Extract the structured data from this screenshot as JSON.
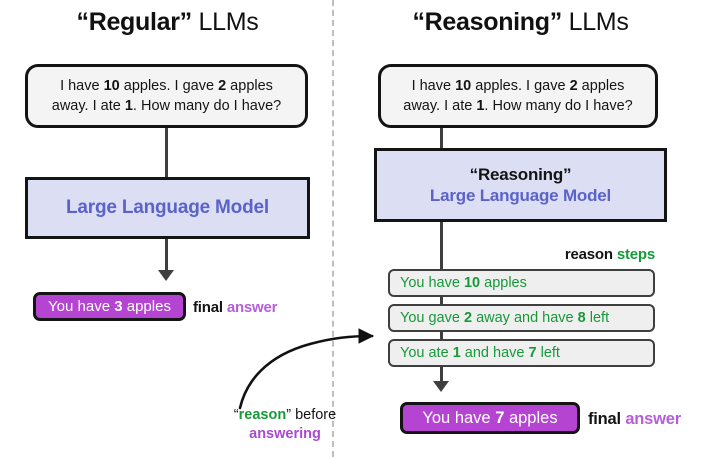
{
  "panels": {
    "left": {
      "title_quoted": "“Regular”",
      "title_rest": " LLMs",
      "prompt_line1_a": "I have ",
      "prompt_line1_n1": "10",
      "prompt_line1_b": " apples. I gave ",
      "prompt_line1_n2": "2",
      "prompt_line1_c": " apples",
      "prompt_line2_a": "away. I ate ",
      "prompt_line2_n1": "1",
      "prompt_line2_b": ". How many do I have?",
      "model_label": "Large Language Model",
      "answer_a": "You have ",
      "answer_n": "3",
      "answer_b": " apples",
      "final_label": "final ",
      "final_accent": "answer"
    },
    "right": {
      "title_quoted": "“Reasoning”",
      "title_rest": " LLMs",
      "prompt_line1_a": "I have ",
      "prompt_line1_n1": "10",
      "prompt_line1_b": " apples. I gave ",
      "prompt_line1_n2": "2",
      "prompt_line1_c": " apples",
      "prompt_line2_a": "away. I ate ",
      "prompt_line2_n1": "1",
      "prompt_line2_b": ". How many do I have?",
      "model_quoted": "“Reasoning”",
      "model_label": "Large Language Model",
      "steps_label_a": "reason ",
      "steps_label_accent": "steps",
      "steps": [
        {
          "a": "You have ",
          "n": "10",
          "b": " apples"
        },
        {
          "a": "You gave ",
          "n": "2",
          "b": " away and have ",
          "n2": "8",
          "c": " left"
        },
        {
          "a": "You ate ",
          "n": "1",
          "b": " and have ",
          "n2": "7",
          "c": " left"
        }
      ],
      "answer_a": "You have ",
      "answer_n": "7",
      "answer_b": " apples",
      "final_label": "final ",
      "final_accent": "answer"
    }
  },
  "annotation": {
    "quote_open": "“",
    "word": "reason",
    "quote_close": "”",
    "tail": " before",
    "line2": "answering"
  },
  "colors": {
    "purple_fill": "#b544d2",
    "purple_text": "#b45fd8",
    "green": "#17993a",
    "llm_fill": "#dcdef3",
    "llm_text": "#5b63c9",
    "box_fill": "#f4f4f4",
    "stroke": "#141414",
    "connector": "#3f3f3f",
    "divider": "#bfbfbf"
  }
}
